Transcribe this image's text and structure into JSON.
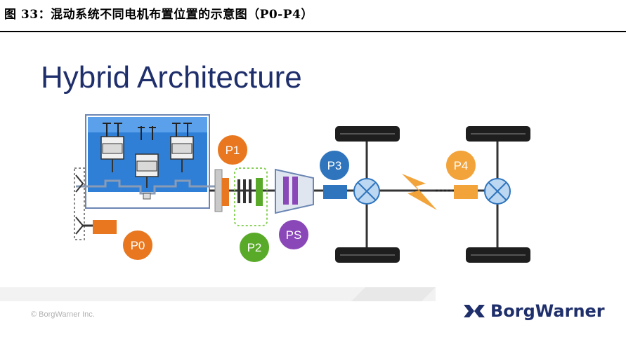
{
  "figure_caption": "图 33：混动系统不同电机布置位置的示意图（P0-P4）",
  "slide_title": "Hybrid Architecture",
  "motor_positions": [
    {
      "label": "P0",
      "color": "#e8771f"
    },
    {
      "label": "P1",
      "color": "#e8771f"
    },
    {
      "label": "P2",
      "color": "#5aaa2a"
    },
    {
      "label": "PS",
      "color": "#8a47b8"
    },
    {
      "label": "P3",
      "color": "#2f75bd"
    },
    {
      "label": "P4",
      "color": "#f2a33a"
    }
  ],
  "footer": {
    "copyright": "© BorgWarner Inc.",
    "brand_name": "BorgWarner",
    "brand_icon": "borgwarner-logo-icon"
  },
  "colors": {
    "engine_blue": "#2f7fd6",
    "motor_orange": "#e8771f",
    "title_navy": "#1f2f6b"
  }
}
